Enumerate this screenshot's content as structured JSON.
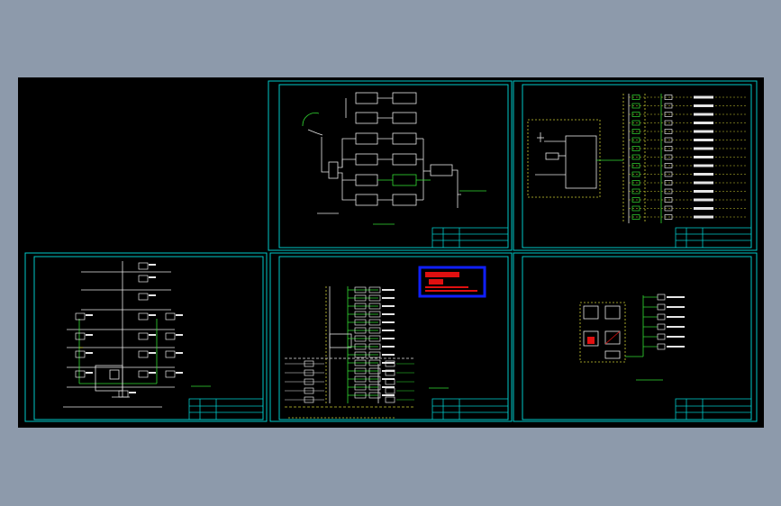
{
  "colors": {
    "background": "#8d9aab",
    "canvas": "#000000",
    "frame": "#00c8c8",
    "wire": "#33dd33",
    "symbol": "#e6e6e6",
    "yellow": "#cccc33",
    "stamp_fill": "#e01010",
    "stamp_border": "#1020ff"
  },
  "sheets": [
    {
      "id": "blank",
      "content": "empty"
    },
    {
      "id": "block-diagram",
      "content": "satellite-receiver-block-diagram"
    },
    {
      "id": "riser-left",
      "content": "distribution-riser"
    },
    {
      "id": "floor-riser",
      "content": "floor-riser-diagram"
    },
    {
      "id": "distribution-panel",
      "content": "panel-wiring-with-stamp"
    },
    {
      "id": "equipment-rack",
      "content": "rack-layout"
    }
  ],
  "stamp": {
    "visible_text": ""
  }
}
